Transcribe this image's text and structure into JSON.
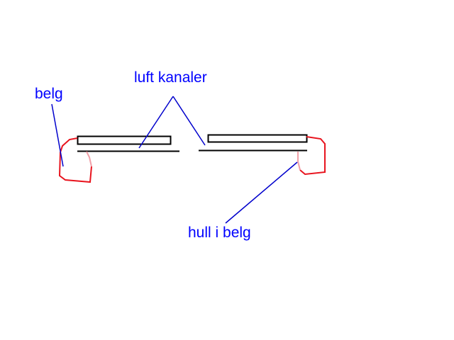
{
  "labels": {
    "bellows": "belg",
    "air_channels": "luft kanaler",
    "hole_in_bellows": "hull i belg"
  },
  "colors": {
    "label": "#0000ff",
    "leader": "#0000cc",
    "bellows": "#e8141e",
    "structure": "#000000"
  }
}
